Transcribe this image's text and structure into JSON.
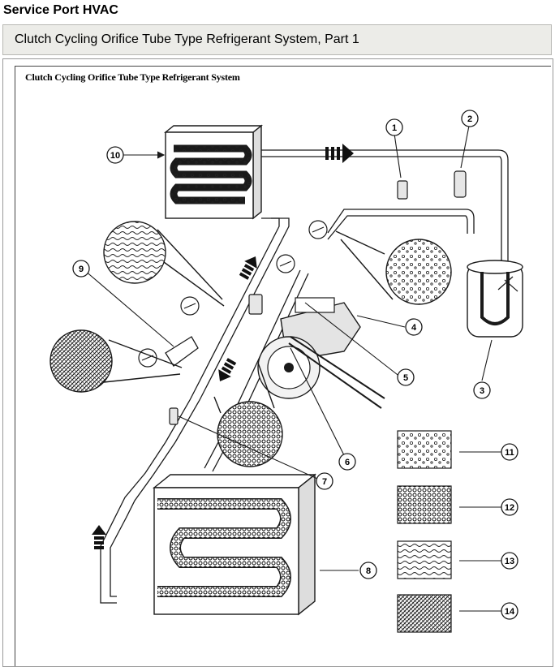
{
  "page": {
    "title": "Service Port HVAC",
    "section_header": "Clutch Cycling Orifice Tube Type Refrigerant System, Part 1"
  },
  "figure": {
    "caption": "Clutch Cycling Orifice Tube Type Refrigerant System",
    "callouts": [
      "1",
      "2",
      "3",
      "4",
      "5",
      "6",
      "7",
      "8",
      "9",
      "10",
      "11",
      "12",
      "13",
      "14"
    ]
  },
  "colors": {
    "line": "#1a1a1a",
    "header_bg": "#ecece8",
    "frame": "#999999"
  },
  "icons": [
    "arrow-icon",
    "pressure-gauge-icon",
    "service-valve-icon",
    "pressure-switch-icon"
  ]
}
